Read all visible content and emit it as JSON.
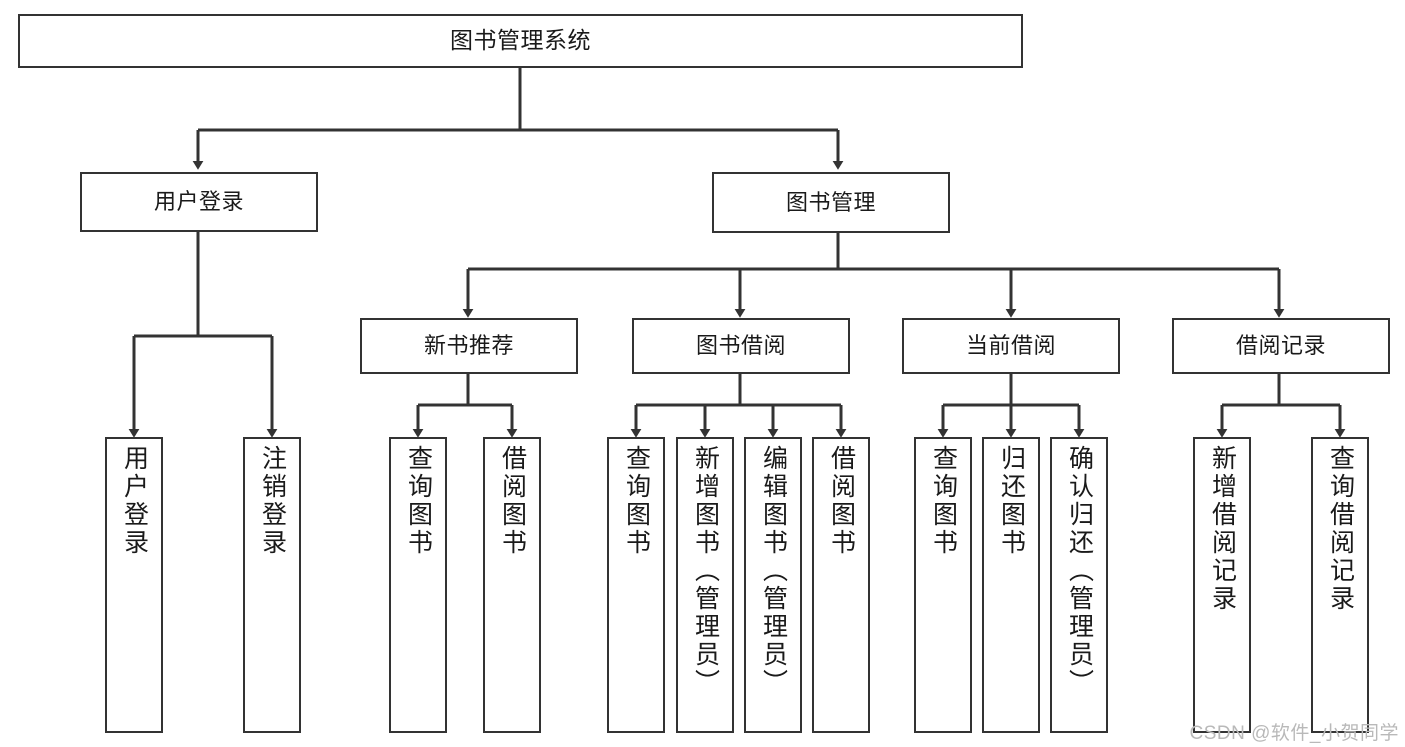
{
  "diagram": {
    "title": "图书管理系统",
    "type": "tree-hierarchy",
    "stroke_color": "#333333",
    "box_fill": "#ffffff",
    "background": "#ffffff"
  },
  "watermark": {
    "text": "CSDN @软件_小贺同学",
    "color": "#b9b9b9"
  },
  "nodes": {
    "root": {
      "label": "图书管理系统",
      "level": 1
    },
    "user_login": {
      "label": "用户登录",
      "level": 2
    },
    "book_manage": {
      "label": "图书管理",
      "level": 2
    },
    "new_book_rec": {
      "label": "新书推荐",
      "level": 3
    },
    "book_borrow": {
      "label": "图书借阅",
      "level": 3
    },
    "current_borrow": {
      "label": "当前借阅",
      "level": 3
    },
    "borrow_record": {
      "label": "借阅记录",
      "level": 3
    },
    "leaf_user_login": {
      "label": "用户登录",
      "level": 4
    },
    "leaf_logout": {
      "label": "注销登录",
      "level": 4
    },
    "leaf_query_book_1": {
      "label": "查询图书",
      "level": 4
    },
    "leaf_borrow_book_1": {
      "label": "借阅图书",
      "level": 4
    },
    "leaf_query_book_2": {
      "label": "查询图书",
      "level": 4
    },
    "leaf_add_book": {
      "label": "新增图书（管理员）",
      "level": 4
    },
    "leaf_edit_book": {
      "label": "编辑图书（管理员）",
      "level": 4
    },
    "leaf_borrow_book_2": {
      "label": "借阅图书",
      "level": 4
    },
    "leaf_query_book_3": {
      "label": "查询图书",
      "level": 4
    },
    "leaf_return_book": {
      "label": "归还图书",
      "level": 4
    },
    "leaf_confirm_return": {
      "label": "确认归还（管理员）",
      "level": 4
    },
    "leaf_add_record": {
      "label": "新增借阅记录",
      "level": 4
    },
    "leaf_query_record": {
      "label": "查询借阅记录",
      "level": 4
    }
  },
  "hierarchy": {
    "图书管理系统": {
      "用户登录": [
        "用户登录",
        "注销登录"
      ],
      "图书管理": {
        "新书推荐": [
          "查询图书",
          "借阅图书"
        ],
        "图书借阅": [
          "查询图书",
          "新增图书（管理员）",
          "编辑图书（管理员）",
          "借阅图书"
        ],
        "当前借阅": [
          "查询图书",
          "归还图书",
          "确认归还（管理员）"
        ],
        "借阅记录": [
          "新增借阅记录",
          "查询借阅记录"
        ]
      }
    }
  }
}
